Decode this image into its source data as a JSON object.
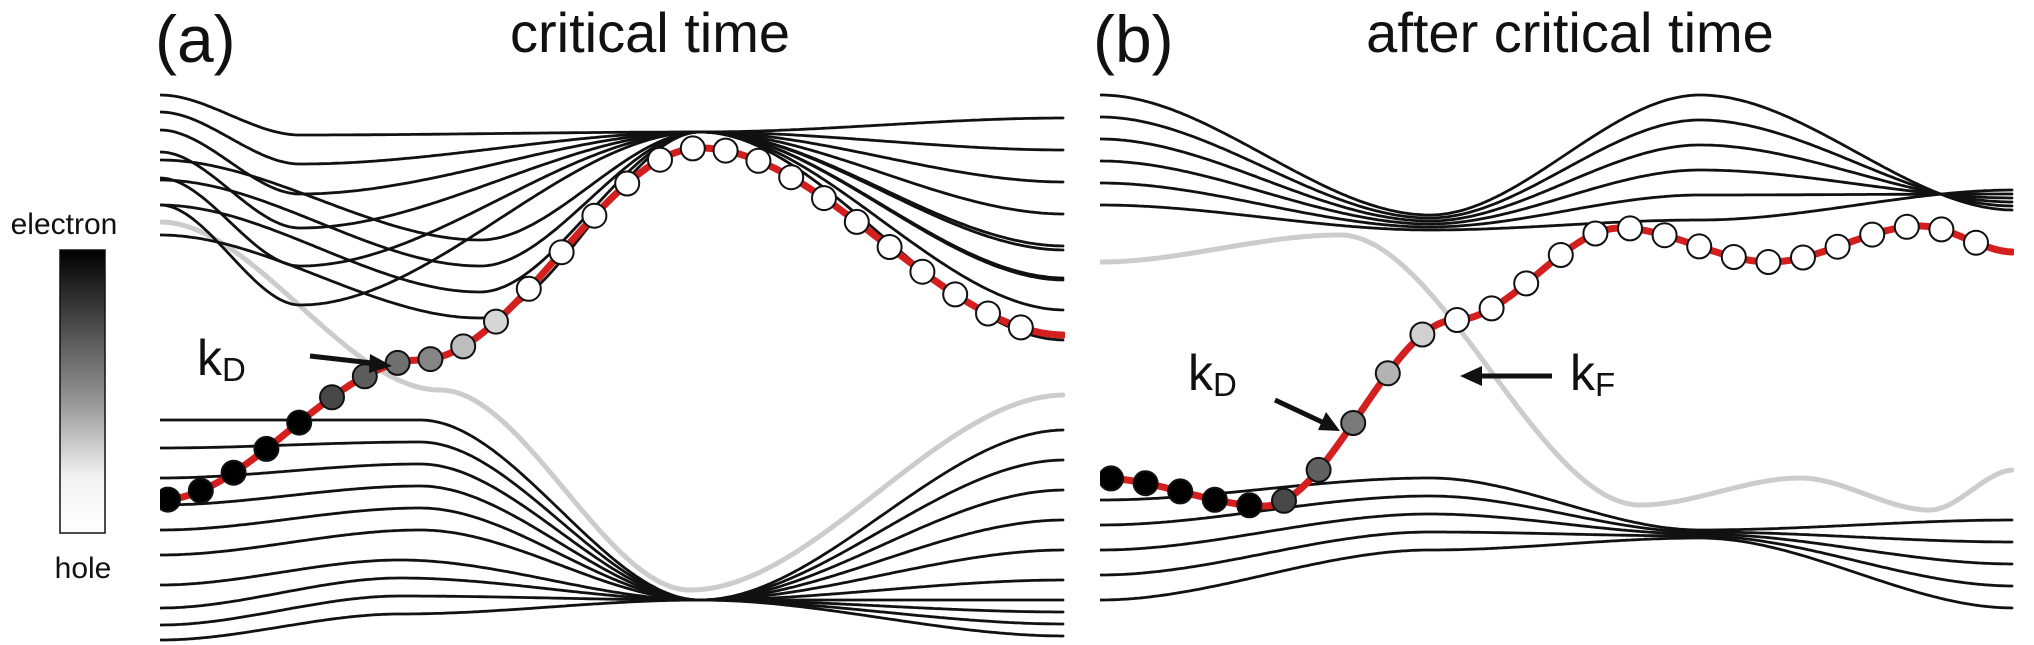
{
  "colorbar": {
    "top_label": "electron",
    "bottom_label": "hole",
    "colors": {
      "electron": "#000000",
      "hole": "#ffffff"
    }
  },
  "panels": [
    {
      "letter": "(a)",
      "title": "critical time",
      "labels": [
        {
          "base": "k",
          "sub": "D"
        }
      ]
    },
    {
      "letter": "(b)",
      "title": "after critical time",
      "labels": [
        {
          "base": "k",
          "sub": "D"
        },
        {
          "base": "k",
          "sub": "F"
        }
      ]
    }
  ],
  "colors": {
    "band_line": "#111111",
    "ghost_band": "#cccccc",
    "occupied_band": "#d41f1f",
    "marker_edge": "#111111"
  }
}
